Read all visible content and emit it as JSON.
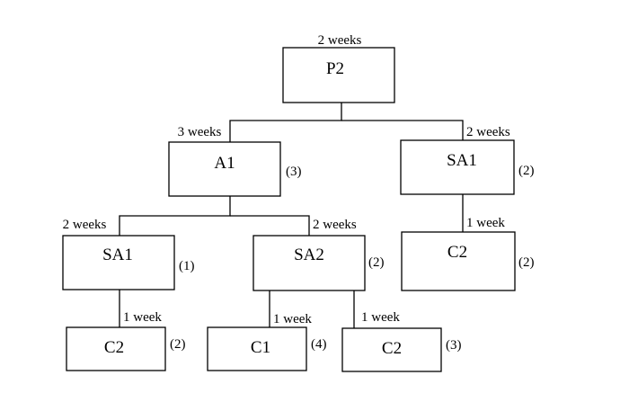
{
  "diagram": {
    "nodes": [
      {
        "id": "p2",
        "label": "P2",
        "lead_time": "2 weeks",
        "quantity": ""
      },
      {
        "id": "a1",
        "label": "A1",
        "lead_time": "3 weeks",
        "quantity": "(3)"
      },
      {
        "id": "sa1_right",
        "label": "SA1",
        "lead_time": "2 weeks",
        "quantity": "(2)"
      },
      {
        "id": "sa1_left",
        "label": "SA1",
        "lead_time": "2 weeks",
        "quantity": "(1)"
      },
      {
        "id": "sa2",
        "label": "SA2",
        "lead_time": "2 weeks",
        "quantity": "(2)"
      },
      {
        "id": "c2_right",
        "label": "C2",
        "lead_time": "1 week",
        "quantity": "(2)"
      },
      {
        "id": "c2_left",
        "label": "C2",
        "lead_time": "1 week",
        "quantity": "(2)"
      },
      {
        "id": "c1",
        "label": "C1",
        "lead_time": "1 week",
        "quantity": "(4)"
      },
      {
        "id": "c2_mid",
        "label": "C2",
        "lead_time": "1 week",
        "quantity": "(3)"
      }
    ],
    "edges": [
      {
        "from": "p2",
        "to": "a1"
      },
      {
        "from": "p2",
        "to": "sa1_right"
      },
      {
        "from": "a1",
        "to": "sa1_left"
      },
      {
        "from": "a1",
        "to": "sa2"
      },
      {
        "from": "sa1_right",
        "to": "c2_right"
      },
      {
        "from": "sa1_left",
        "to": "c2_left"
      },
      {
        "from": "sa2",
        "to": "c1"
      },
      {
        "from": "sa2",
        "to": "c2_mid"
      }
    ]
  }
}
